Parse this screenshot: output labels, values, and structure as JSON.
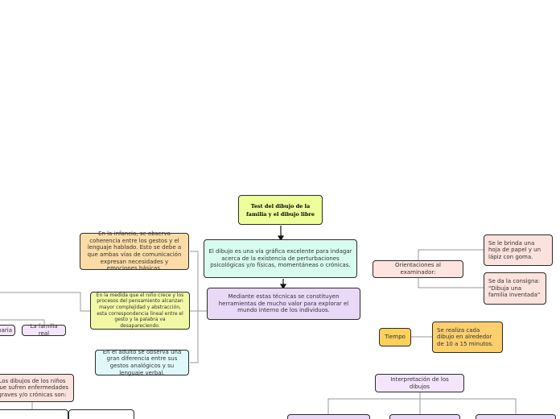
{
  "nodes": {
    "title": "Test del dibujo de la familia y el dibujo libre",
    "main": "El dibujo es una vía gráfica excelente para indagar acerca de la existencia de perturbaciones psicológicas y/o físicas, momentáneas o crónicas.",
    "tools": "Mediante estas técnicas se constituyen herramientas de mucho valor para explorar el mundo interno de los individuos.",
    "infancia": "En la infancia, se observa coherencia entre los gestos y el lenguaje hablado. Esto se debe a que ambas vías de comunicación expresan necesidades y emociones básicas.",
    "medida": "En la medida que el niño crece y los procesos del pensamiento alcanzan mayor complejidad y abstracción, esta correspondencia lineal entre el gesto y la palabra va desapareciendo.",
    "adulto": "En el adulto se observa una gran diferencia entre sus gestos analógicos y su lenguaje verbal.",
    "familia_real": "La familia real",
    "imaginaria": "naria",
    "ninos": "Los dibujos de los niños que sufren enfermedades graves y/o crónicas son:",
    "orientaciones": "Orientaciones al examinador:",
    "papel": "Se le brinda una hoja de papel y un lápiz con goma.",
    "consigna": "Se da la consigna: \"Dibuja una familia inventada\"",
    "tiempo": "Tiempo",
    "tiempo_desc": "Se realiza cada dibujo en alrededor de 10 a 15 minutos.",
    "interpretacion": "Interpretación de los dibujos"
  }
}
